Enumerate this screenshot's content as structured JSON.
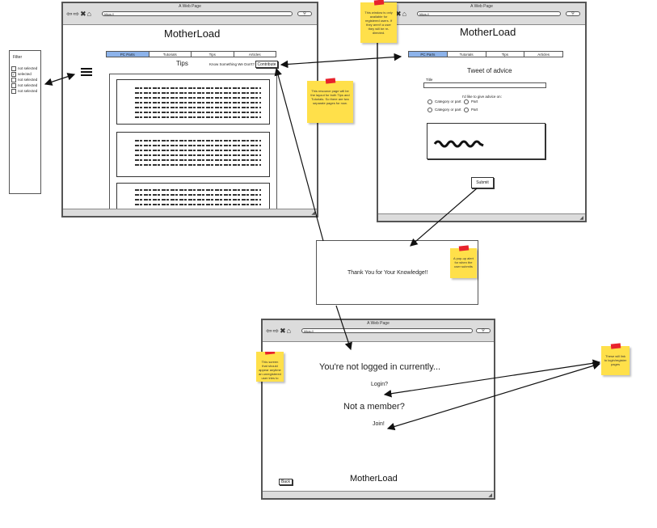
{
  "browser": {
    "title": "A Web Page",
    "url": "https://",
    "nav_icons": "⇦⇨✖⌂"
  },
  "main_window": {
    "brand": "MotherLoad",
    "tabs": [
      "PC Parts",
      "Tutorials",
      "Tips",
      "Articles"
    ],
    "heading": "Tips",
    "contribute_prompt": "Know Something We Don't?",
    "contribute_label": "Contribute"
  },
  "filter_panel": {
    "title": "Filter",
    "items": [
      {
        "label": "not selected",
        "checked": false
      },
      {
        "label": "selected",
        "checked": true
      },
      {
        "label": "not selected",
        "checked": false
      },
      {
        "label": "not selected",
        "checked": false
      },
      {
        "label": "not selected",
        "checked": false
      }
    ]
  },
  "advice_window": {
    "brand": "MotherLoad",
    "tabs": [
      "PC Parts",
      "Tutorials",
      "Tips",
      "Articles"
    ],
    "heading": "Tweet of advice",
    "title_label": "Title",
    "advice_prompt": "I'd like to give advice on:",
    "radio_left": [
      "Category or part",
      "Category or part"
    ],
    "radio_right": [
      "Part",
      "Part"
    ],
    "submit_label": "Submit"
  },
  "popup": {
    "message": "Thank You for Your Knowledge!!"
  },
  "login_window": {
    "heading": "You're not logged in currently...",
    "login_link": "Login?",
    "member_heading": "Not a member?",
    "join_link": "Join!",
    "back_label": "Back",
    "brand": "MotherLoad"
  },
  "notes": {
    "registered_only": "This window is only available for registered users. If they aren't a user they will be re-directed.",
    "resource_layout": "This resource page will be the layout for both Tips and Tutorials. So there are two separate pages for now.",
    "popup_alert": "A pop-up alert for when the user submits",
    "unregistered": "This screen that should appear anytime an unregistered user tries to",
    "login_register": "These will link to login/register pages"
  },
  "colors": {
    "active_tab": "#8db3ea",
    "sticky_note": "#ffe04a",
    "pin": "#e8232c"
  }
}
